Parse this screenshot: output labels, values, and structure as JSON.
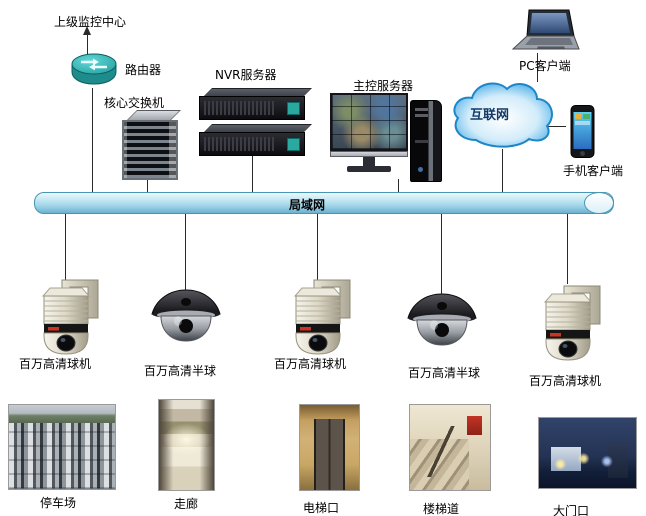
{
  "diagram": {
    "type": "video-surveillance-network-topology",
    "lan": {
      "label": "局域网"
    },
    "nodes": {
      "superior_center": {
        "label": "上级监控中心"
      },
      "router": {
        "label": "路由器",
        "icon": "router-icon"
      },
      "core_switch": {
        "label": "核心交换机",
        "icon": "switch-icon"
      },
      "nvr_server": {
        "label": "NVR服务器",
        "icon": "rack-server-icon"
      },
      "main_server": {
        "label": "主控服务器",
        "icon": "monitor-tower-icon"
      },
      "internet": {
        "label": "互联网",
        "icon": "cloud-icon"
      },
      "pc_client": {
        "label": "PC客户端",
        "icon": "laptop-icon"
      },
      "mobile_client": {
        "label": "手机客户端",
        "icon": "smartphone-icon"
      }
    },
    "cameras": [
      {
        "type": "speed-dome",
        "label": "百万高清球机",
        "scene": "停车场"
      },
      {
        "type": "mini-dome",
        "label": "百万高清半球",
        "scene": "走廊"
      },
      {
        "type": "speed-dome",
        "label": "百万高清球机",
        "scene": "电梯口"
      },
      {
        "type": "mini-dome",
        "label": "百万高清半球",
        "scene": "楼梯道"
      },
      {
        "type": "speed-dome",
        "label": "百万高清球机",
        "scene": "大门口"
      }
    ],
    "colors": {
      "cloud_blue": "#35a3e4",
      "lan_fill": "#b7e3f0",
      "lan_border": "#4796b4",
      "connector": "#2a2a2a"
    }
  }
}
